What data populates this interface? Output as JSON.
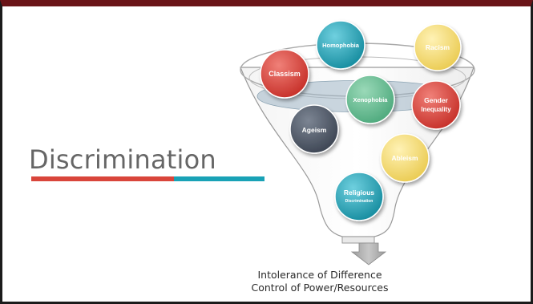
{
  "slide": {
    "title": "Discrimination",
    "caption_line1": "Intolerance of Difference",
    "caption_line2": "Control of Power/Resources"
  },
  "bubbles": {
    "homophobia": "Homophobia",
    "racism": "Racism",
    "classism": "Classism",
    "xenophobia": "Xenophobia",
    "gender_line1": "Gender",
    "gender_line2": "Inequality",
    "ageism": "Ageism",
    "ableism": "Ableism",
    "religious_line1": "Religious",
    "religious_line2": "Discrimination"
  },
  "colors": {
    "top_bar": "#6a1418",
    "title_text": "#666666",
    "underline_red": "#d9453b",
    "underline_teal": "#19a2b6",
    "teal_bubble": "#1a9cb3",
    "yellow_bubble": "#f3d86a",
    "red_bubble": "#d63c34",
    "green_bubble": "#5fb88c",
    "slate_bubble": "#4a5361",
    "arrow": "#a9a9a9"
  }
}
